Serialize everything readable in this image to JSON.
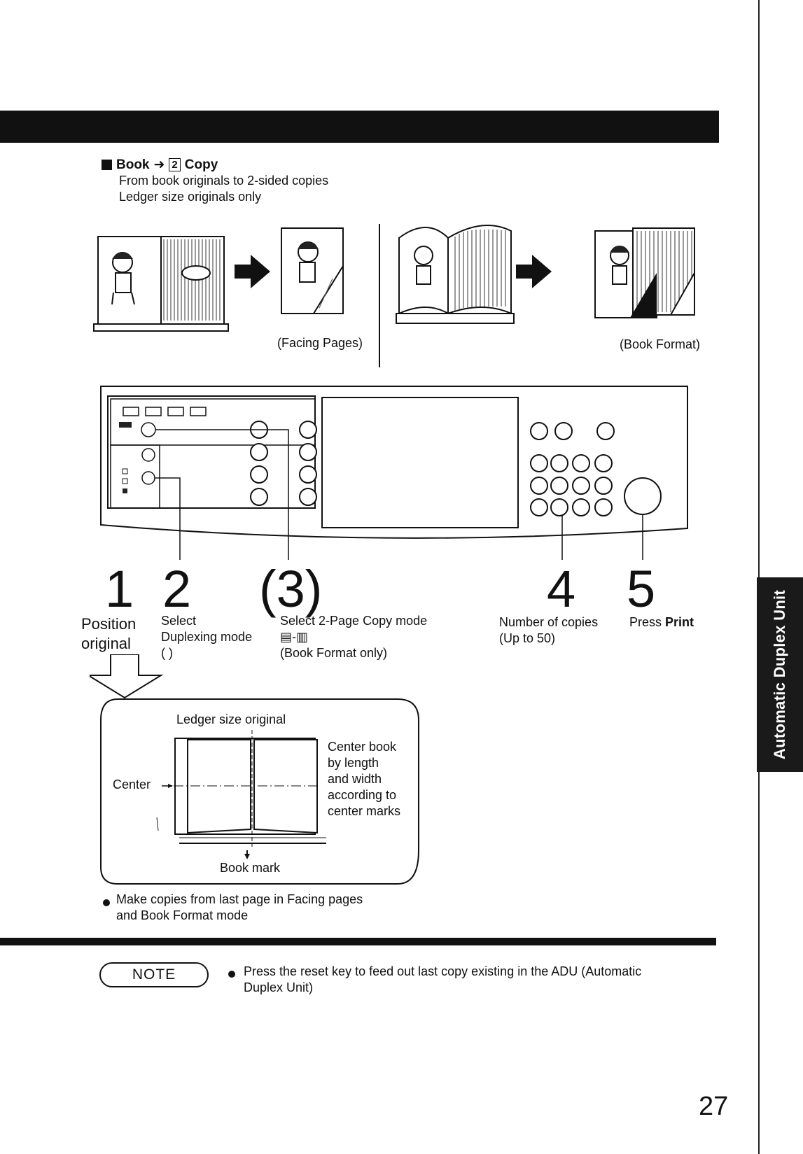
{
  "side_tab": {
    "label": "Automatic Duplex Unit"
  },
  "section": {
    "title_prefix": "Book",
    "arrow": "➜",
    "boxed_number": "2",
    "title_suffix": "Copy",
    "subtitle_line1": "From book originals to 2-sided copies",
    "subtitle_line2": "Ledger size originals only"
  },
  "illustrations": {
    "facing_caption": "(Facing Pages)",
    "book_caption": "(Book Format)"
  },
  "steps": [
    {
      "number": "1",
      "line1": "Position",
      "line2": "original"
    },
    {
      "number": "2",
      "line1": "Select",
      "line2": "Duplexing mode",
      "line3": "( )"
    },
    {
      "number": "(3)",
      "line1": "Select 2-Page Copy mode",
      "line3": "(Book Format only)"
    },
    {
      "number": "4",
      "line1": "Number of copies",
      "line2": "(Up to 50)"
    },
    {
      "number": "5",
      "line1_prefix": "Press ",
      "line1_bold": "Print"
    }
  ],
  "placement": {
    "title": "Ledger size original",
    "center_label": "Center",
    "instruction": [
      "Center book",
      "by length",
      "and width",
      "according to",
      "center marks"
    ],
    "book_mark": "Book mark"
  },
  "bullet_note": {
    "line1": "Make copies from last page in Facing pages",
    "line2": "and Book Format mode"
  },
  "note": {
    "label": "NOTE",
    "text_line1": "Press the reset key to feed out last copy existing in the ADU (Automatic",
    "text_line2": "Duplex Unit)"
  },
  "page_number": "27"
}
